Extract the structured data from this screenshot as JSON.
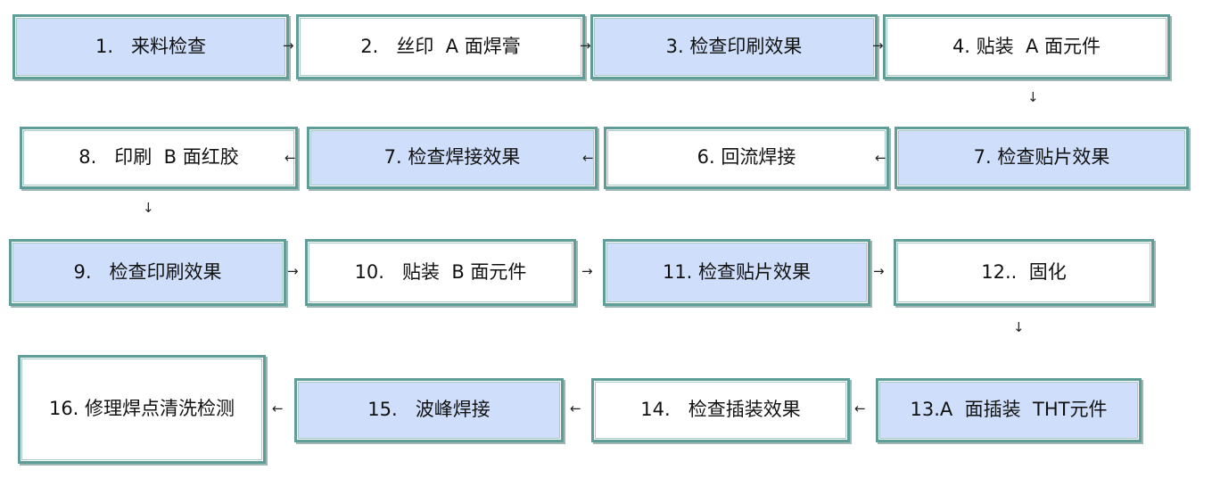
{
  "colors": {
    "blue_fill": "#cfdffb",
    "white_fill": "#ffffff",
    "border": "#5f9e98"
  },
  "steps": [
    {
      "label": "1.   来料检查",
      "fill": "blue"
    },
    {
      "label": "2.   丝印  A 面焊膏",
      "fill": "white"
    },
    {
      "label": "3. 检查印刷效果",
      "fill": "blue"
    },
    {
      "label": "4. 贴装  A 面元件",
      "fill": "white"
    },
    {
      "label": "7. 检查贴片效果",
      "fill": "blue"
    },
    {
      "label": "6. 回流焊接",
      "fill": "white"
    },
    {
      "label": "7. 检查焊接效果",
      "fill": "blue"
    },
    {
      "label": "8.   印刷  B 面红胶",
      "fill": "white"
    },
    {
      "label": "9.   检查印刷效果",
      "fill": "blue"
    },
    {
      "label": "10.   贴装  B 面元件",
      "fill": "white"
    },
    {
      "label": "11. 检查贴片效果",
      "fill": "blue"
    },
    {
      "label": "12..  固化",
      "fill": "white"
    },
    {
      "label": "13.A  面插装  THT元件",
      "fill": "blue"
    },
    {
      "label": "14.   检查插装效果",
      "fill": "white"
    },
    {
      "label": "15.   波峰焊接",
      "fill": "blue"
    },
    {
      "label": "16. 修理焊点清洗检测",
      "fill": "white"
    }
  ],
  "arrows": {
    "right": "→",
    "left": "←",
    "down": "↓"
  }
}
